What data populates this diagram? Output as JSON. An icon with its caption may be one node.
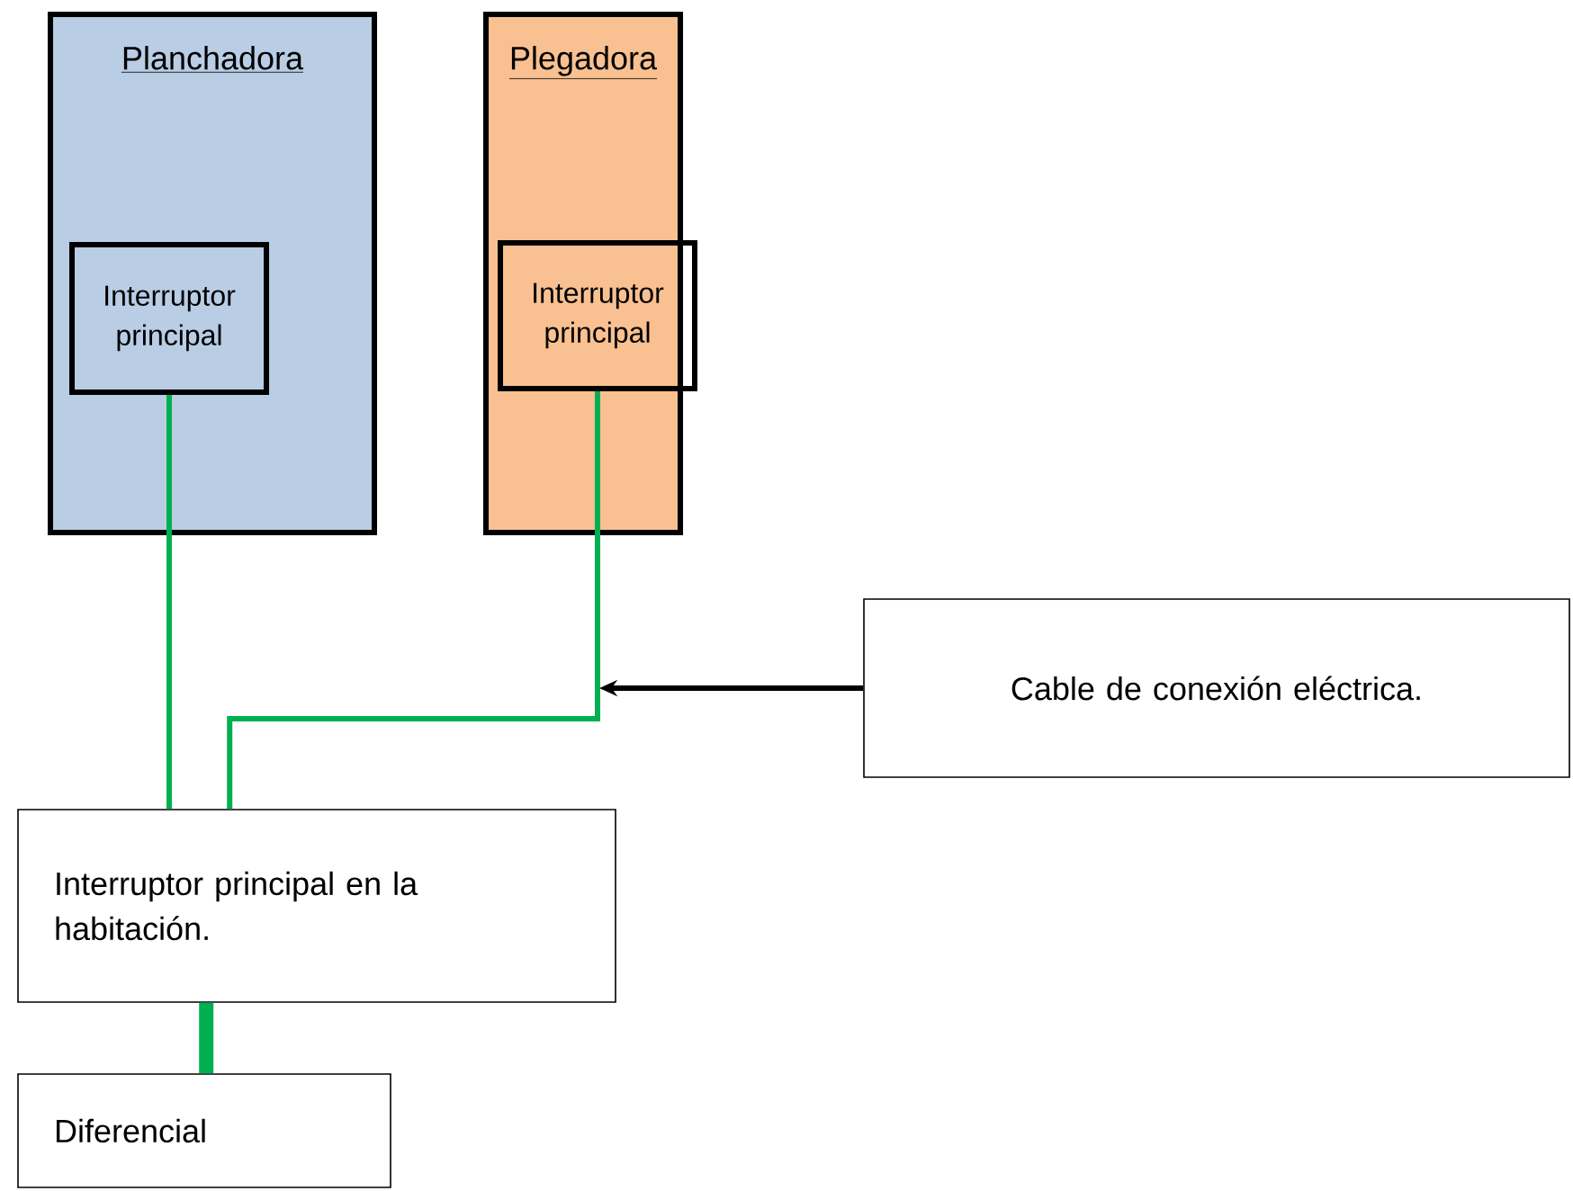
{
  "diagram": {
    "nodes": [
      {
        "text": [
          "Planchadora"
        ]
      },
      {
        "text": [
          "Interruptor principal"
        ],
        "in": 0
      },
      {
        "text": [
          "Plegadora"
        ]
      },
      {
        "text": [
          "Interruptor principal"
        ],
        "in": 2
      },
      {
        "text": [
          "Cable de conexión eléctrica."
        ]
      },
      {
        "text": [
          "Interruptor principal en la habitación."
        ]
      },
      {
        "text": [
          "Diferencial"
        ]
      }
    ],
    "edges": [
      {
        "from": 1,
        "to": 5,
        "arrow": "none",
        "color": "#00b050"
      },
      {
        "from": 3,
        "to": 5,
        "arrow": "none",
        "color": "#00b050"
      },
      {
        "from": 4,
        "to": null,
        "arrow": "to",
        "color": "#000000"
      },
      {
        "from": 5,
        "to": 6,
        "arrow": "none",
        "color": "#00b050",
        "style": "thick"
      }
    ]
  }
}
